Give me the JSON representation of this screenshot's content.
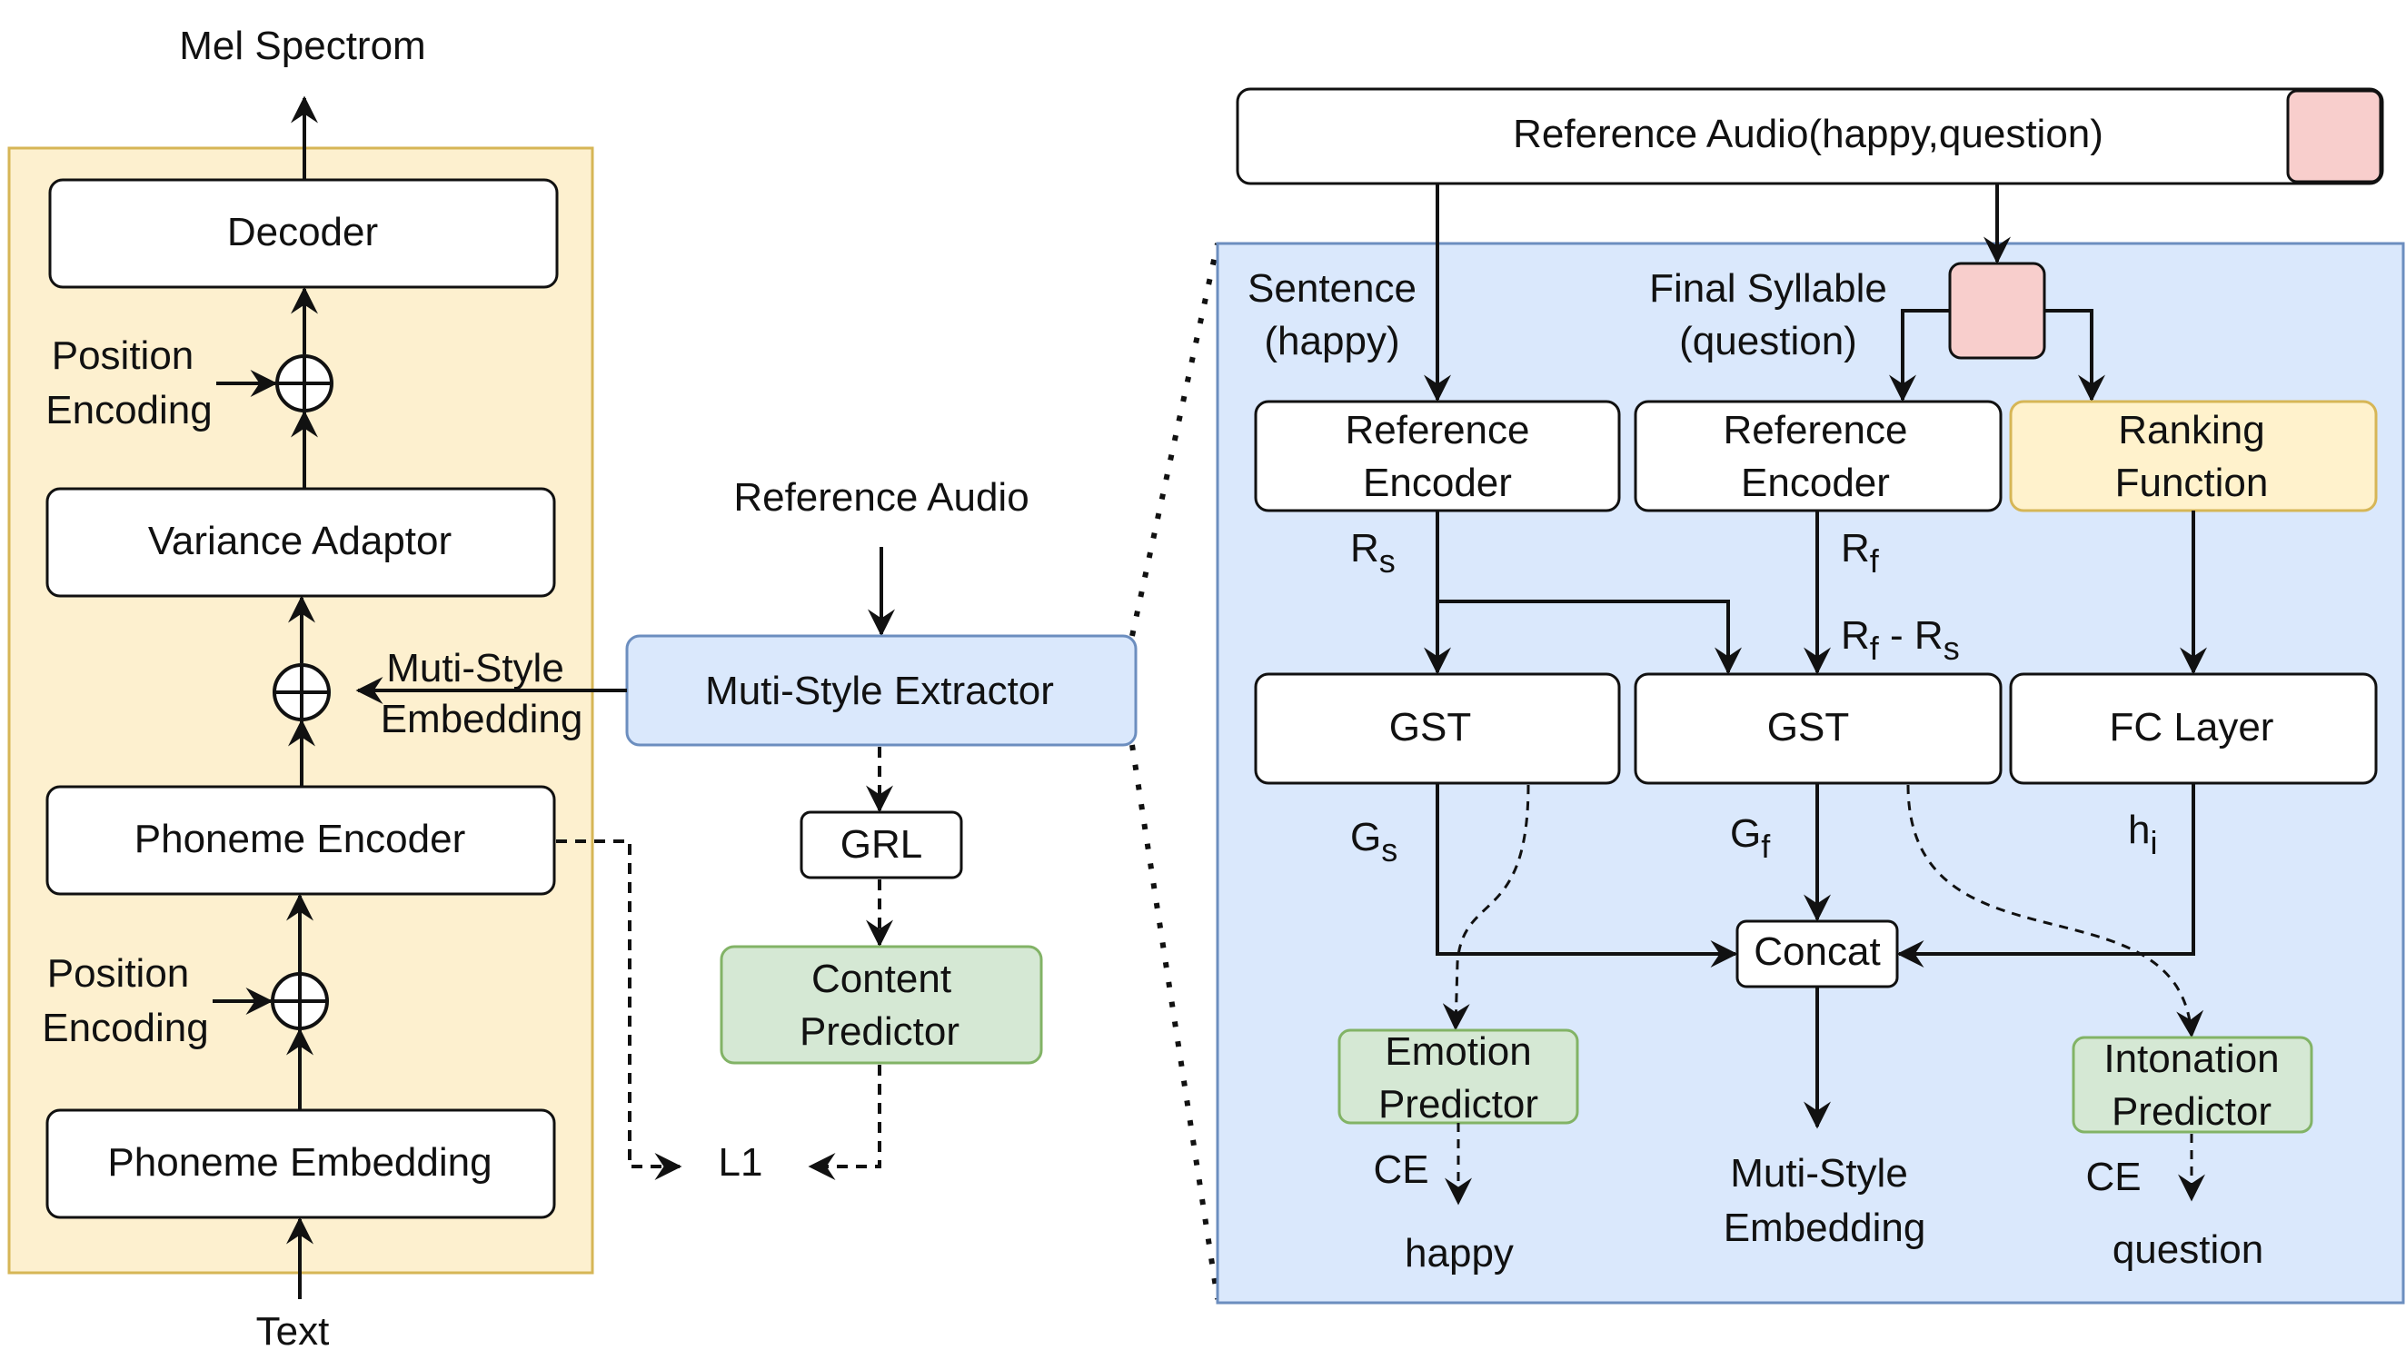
{
  "colors": {
    "yellow_panel_fill": "#fdf0cf",
    "yellow_panel_stroke": "#d6b656",
    "blue_panel_fill": "#dae8fc",
    "blue_panel_stroke": "#6c8ebf",
    "green_fill": "#d5e8d4",
    "green_stroke": "#82b366",
    "pink_fill": "#f8cecc",
    "ranking_fill": "#fff2cc",
    "ranking_stroke": "#d6b656"
  },
  "left": {
    "output_label": "Mel Spectrom",
    "decoder": "Decoder",
    "position_encoding_top_1": "Position",
    "position_encoding_top_2": "Encoding",
    "variance_adaptor": "Variance Adaptor",
    "muti_style_embedding_1": "Muti-Style",
    "muti_style_embedding_2": "Embedding",
    "phoneme_encoder": "Phoneme Encoder",
    "position_encoding_bottom_1": "Position",
    "position_encoding_bottom_2": "Encoding",
    "phoneme_embedding": "Phoneme Embedding",
    "input_label": "Text"
  },
  "middle": {
    "reference_audio": "Reference Audio",
    "extractor": "Muti-Style Extractor",
    "grl": "GRL",
    "content_predictor_1": "Content",
    "content_predictor_2": "Predictor",
    "loss": "L1"
  },
  "right": {
    "reference_audio_header": "Reference Audio(happy,question)",
    "sentence_1": "Sentence",
    "sentence_2": "(happy)",
    "final_syllable_1": "Final Syllable",
    "final_syllable_2": "(question)",
    "ref_encoder_1a": "Reference",
    "ref_encoder_1b": "Encoder",
    "ref_encoder_2a": "Reference",
    "ref_encoder_2b": "Encoder",
    "ranking_1": "Ranking",
    "ranking_2": "Function",
    "rs_main": "R",
    "rs_sub": "s",
    "rf_main": "R",
    "rf_sub": "f",
    "rfrs_r1": "R",
    "rfrs_sub1": "f",
    "rfrs_mid": " - R",
    "rfrs_sub2": "s",
    "gst_1": "GST",
    "gst_2": "GST",
    "fc_layer": "FC Layer",
    "gs_main": "G",
    "gs_sub": "s",
    "gf_main": "G",
    "gf_sub": "f",
    "hi_main": "h",
    "hi_sub": "i",
    "concat": "Concat",
    "emotion_predictor_1": "Emotion",
    "emotion_predictor_2": "Predictor",
    "intonation_predictor_1": "Intonation",
    "intonation_predictor_2": "Predictor",
    "ce_left": "CE",
    "ce_right": "CE",
    "output_happy": "happy",
    "output_embedding_1": "Muti-Style",
    "output_embedding_2": "Embedding",
    "output_question": "question"
  }
}
